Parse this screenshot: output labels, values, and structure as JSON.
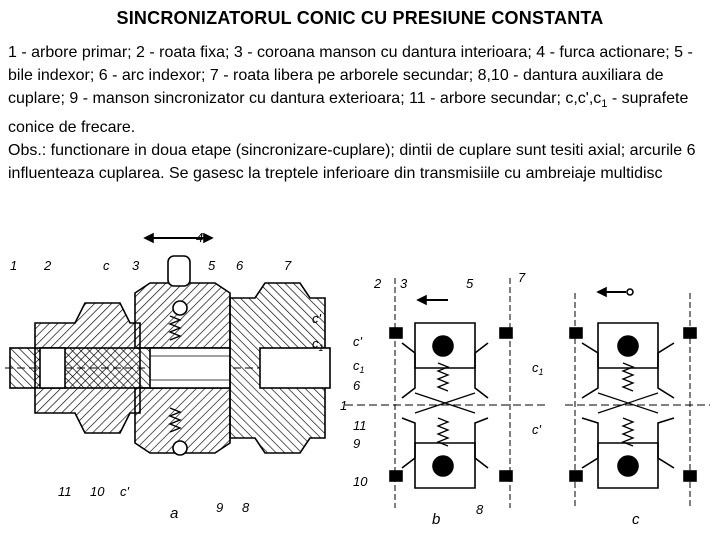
{
  "title": "SINCRONIZATORUL CONIC CU PRESIUNE CONSTANTA",
  "legend": {
    "text": "1 - arbore primar; 2 - roata fixa; 3 - coroana manson cu dantura interioara; 4 - furca actionare; 5 - bile indexor; 6 - arc indexor; 7 - roata libera pe arborele secundar; 8,10 - dantura auxiliara de cuplare; 9 - manson sincronizator cu dantura exterioara; 11 - arbore secundar; c,c',c",
    "subscript": "1",
    "tail": " - suprafete conice de frecare."
  },
  "observation": "Obs.: functionare in doua etape (sincronizare-cuplare); dintii de cuplare sunt tesiti axial; arcurile 6 influenteaza cuplarea. Se gasesc la treptele inferioare din transmisiile cu ambreiaje multidisc",
  "figure": {
    "a": {
      "labels": {
        "l1": "1",
        "l2": "2",
        "lc": "c",
        "l3": "3",
        "l4": "4",
        "l5": "5",
        "l6": "6",
        "l7": "7",
        "lcp": "c'",
        "lc1": "c",
        "lc1sub": "1",
        "l11": "11",
        "l10": "10",
        "lcp2": "c'",
        "l9": "9",
        "l8": "8"
      },
      "caption": "a"
    },
    "b": {
      "labels": {
        "l2": "2",
        "l3": "3",
        "l5": "5",
        "l7": "7",
        "lcp": "c'",
        "lc1": "c",
        "lc1sub": "1",
        "lc1b": "c",
        "lc1bsub": "1",
        "l6": "6",
        "l1": "1",
        "l11": "11",
        "lcp2": "c'",
        "l9": "9",
        "l10": "10",
        "l8": "8"
      },
      "caption": "b"
    },
    "c": {
      "caption": "c"
    }
  }
}
